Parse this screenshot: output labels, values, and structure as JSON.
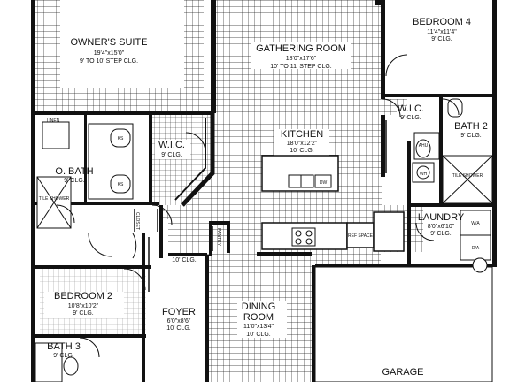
{
  "rooms": {
    "owners_suite": {
      "name": "OWNER'S SUITE",
      "dim": "19'4\"x15'0\"",
      "ceiling": "9' TO 10' STEP CLG."
    },
    "gathering_room": {
      "name": "GATHERING ROOM",
      "dim": "18'0\"x17'6\"",
      "ceiling": "10' TO 11' STEP CLG."
    },
    "bedroom4": {
      "name": "BEDROOM 4",
      "dim": "11'4\"x11'4\"",
      "ceiling": "9' CLG."
    },
    "wic_main": {
      "name": "W.I.C.",
      "ceiling": "9' CLG."
    },
    "kitchen": {
      "name": "KITCHEN",
      "dim": "18'0\"x12'2\"",
      "ceiling": "10' CLG."
    },
    "wic_right": {
      "name": "W.I.C.",
      "ceiling": "9' CLG."
    },
    "bath2": {
      "name": "BATH 2",
      "ceiling": "9' CLG."
    },
    "obath": {
      "name": "O. BATH",
      "ceiling": "9' CLG."
    },
    "laundry": {
      "name": "LAUNDRY",
      "dim": "8'0\"x6'10\"",
      "ceiling": "9' CLG."
    },
    "bedroom2": {
      "name": "BEDROOM 2",
      "dim": "10'8\"x10'2\"",
      "ceiling": "9' CLG."
    },
    "foyer": {
      "name": "FOYER",
      "dim": "6'0\"x8'6\"",
      "ceiling": "10' CLG."
    },
    "dining": {
      "name1": "DINING",
      "name2": "ROOM",
      "dim": "11'0\"x13'4\"",
      "ceiling": "10' CLG."
    },
    "bath3": {
      "name": "BATH 3",
      "ceiling": "9' CLG."
    },
    "garage": {
      "name": "GARAGE"
    }
  },
  "fixtures": {
    "linen": "LINEN",
    "closet": "CLOSET",
    "pantry": "PANTRY",
    "hall_ceiling": "10' CLG.",
    "tile_shower": "TILE SHOWER",
    "tile_shower_2": "TILE SHOWER",
    "ref_space": "REF SPACE",
    "dw": "DW",
    "wh": "WH",
    "ahu": "AHU",
    "wa": "W/A",
    "dr": "D/A",
    "ks": "KS",
    "ks2": "KS"
  }
}
